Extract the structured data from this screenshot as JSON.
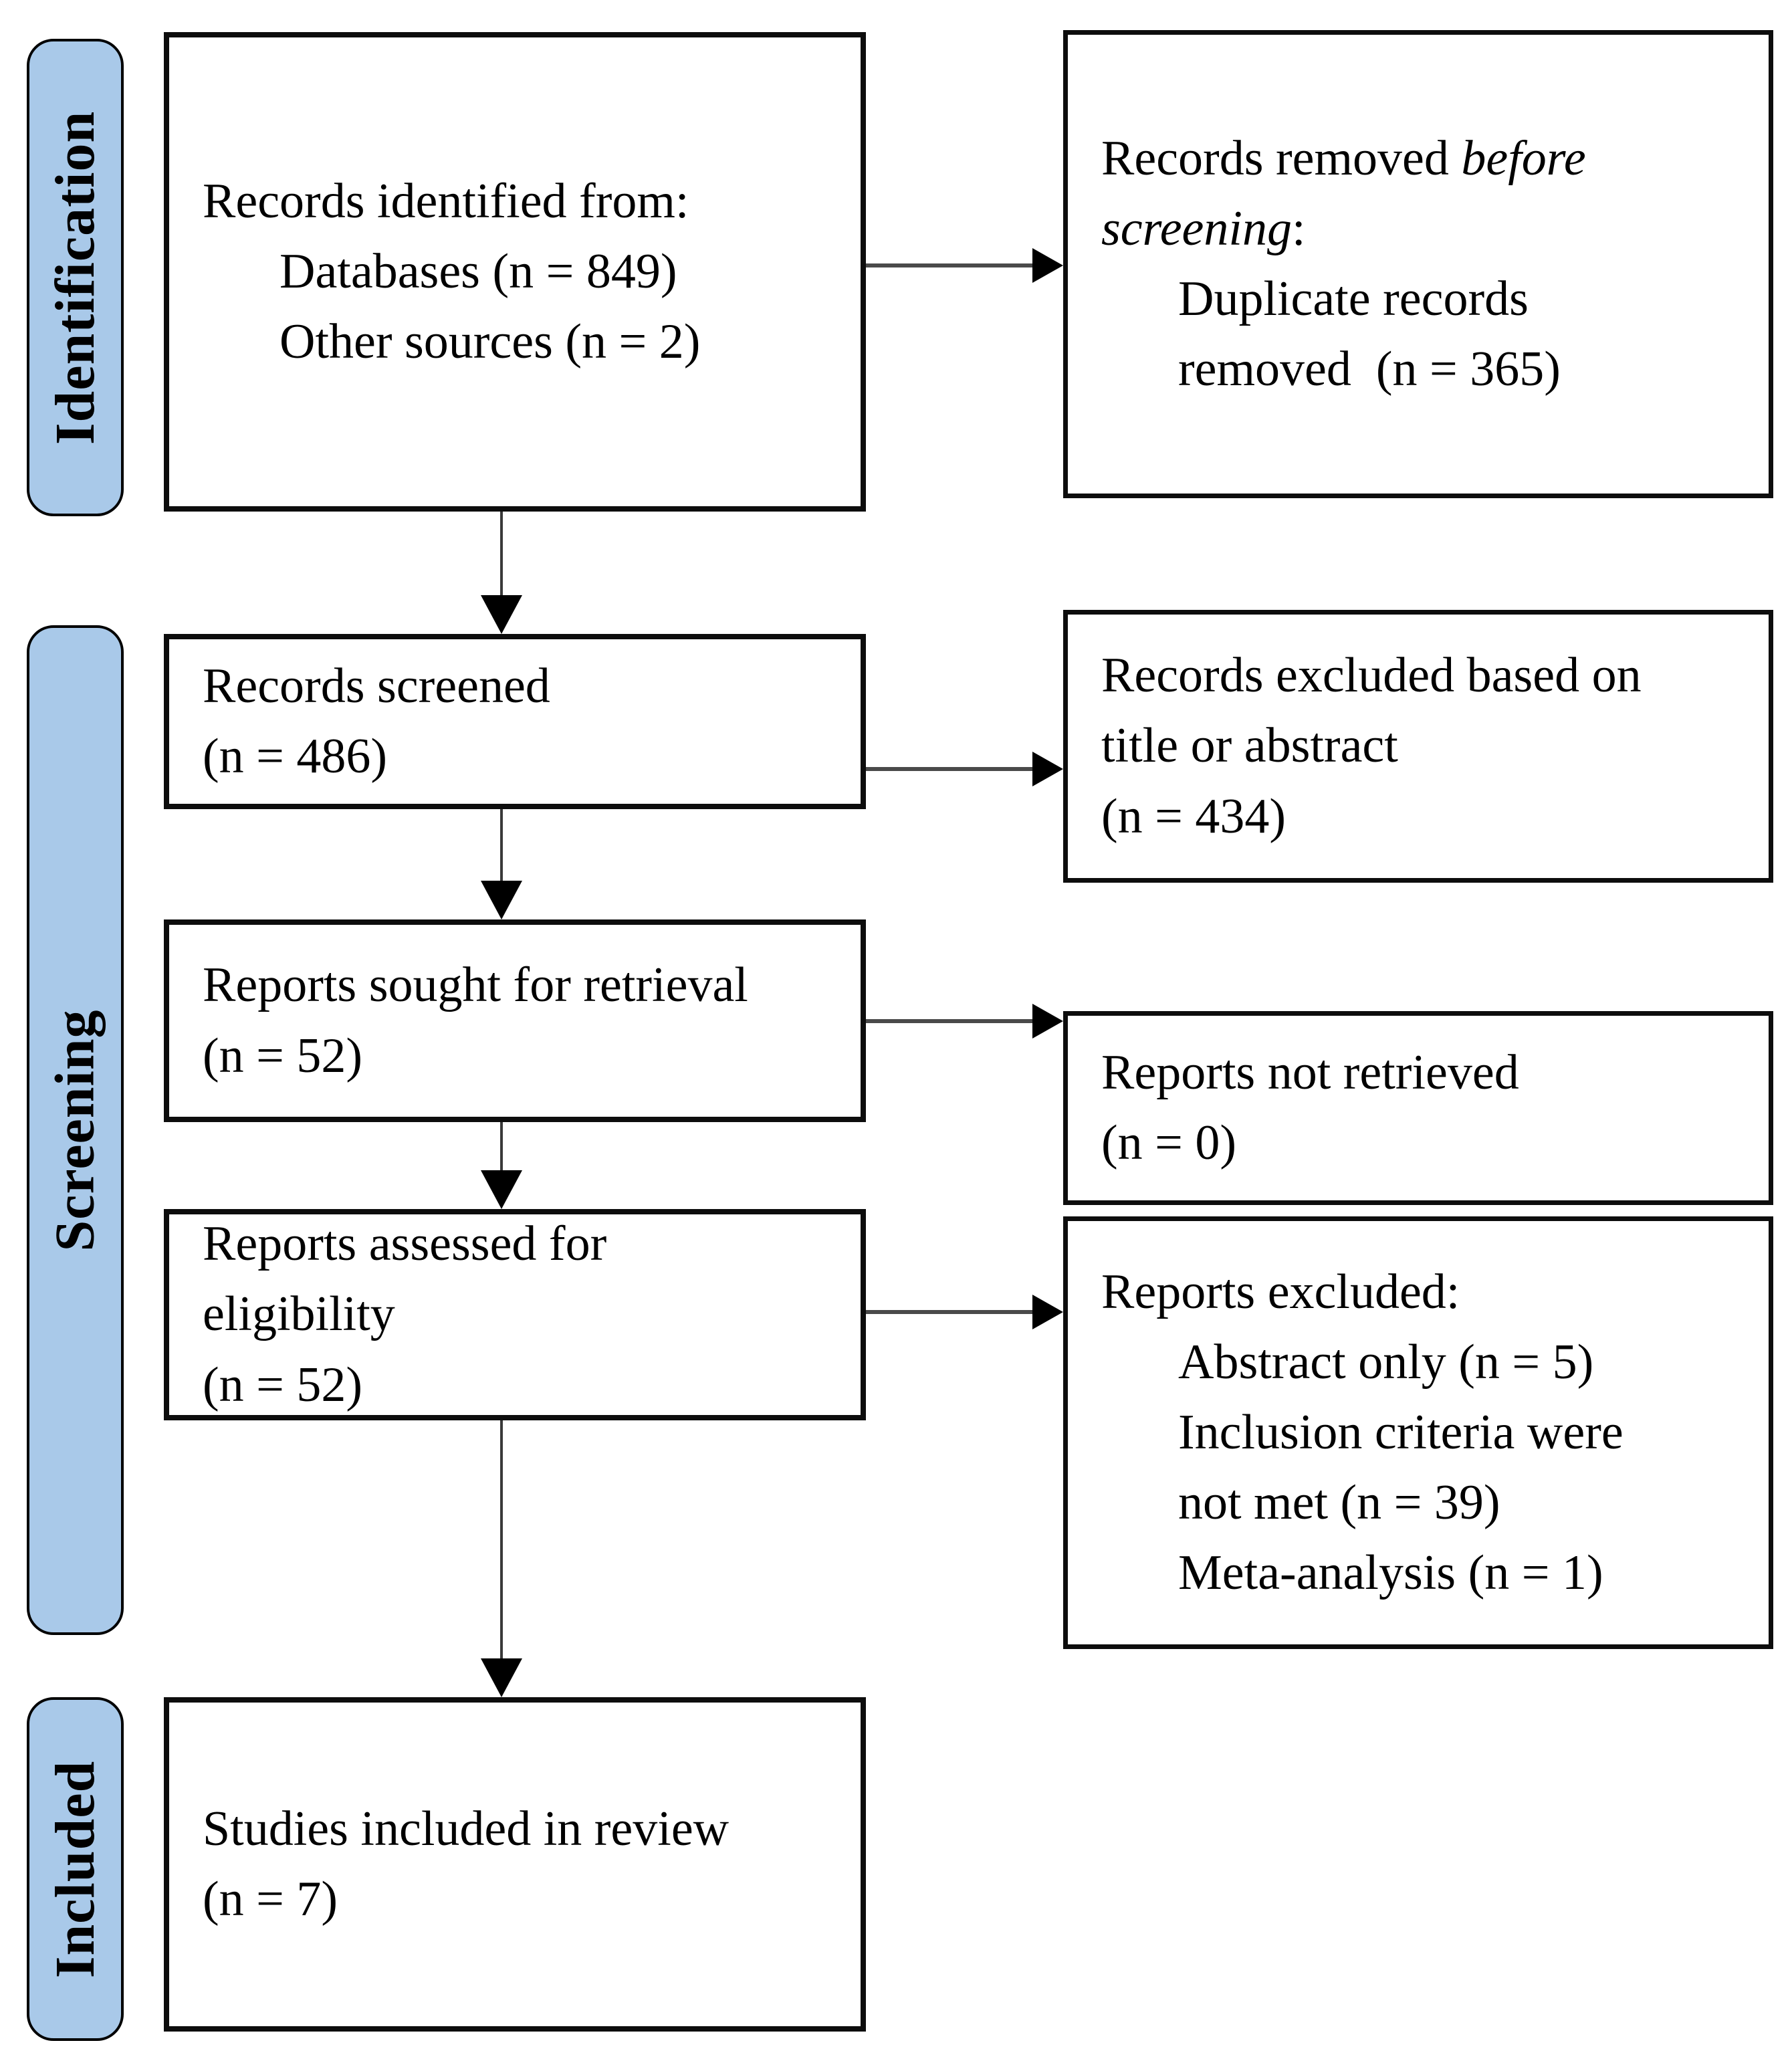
{
  "colors": {
    "stage_fill": "#A9C9E9",
    "stage_border": "#000000",
    "box_border": "#0d0d0d",
    "arrow": "#000000",
    "background": "#ffffff"
  },
  "stages": {
    "identification": "Identification",
    "screening": "Screening",
    "included": "Included"
  },
  "boxes": {
    "identified": {
      "title": "Records identified from:",
      "items": [
        "Databases (n = 849)",
        "Other sources (n = 2)"
      ]
    },
    "removed": {
      "lead_normal": "Records removed ",
      "lead_italic": "before",
      "lead2_italic": "screening",
      "lead2_normal": ":",
      "items": [
        "Duplicate records",
        "removed  (n = 365)"
      ]
    },
    "screened": {
      "lines": [
        "Records screened",
        "(n = 486)"
      ]
    },
    "excluded_title_abstract": {
      "lines": [
        "Records excluded based on",
        "title or abstract",
        "(n = 434)"
      ]
    },
    "sought": {
      "lines": [
        "Reports sought for retrieval",
        "(n = 52)"
      ]
    },
    "not_retrieved": {
      "lines": [
        "Reports not retrieved",
        "(n = 0)"
      ]
    },
    "assessed": {
      "lines": [
        "Reports assessed for",
        "eligibility",
        "(n = 52)"
      ]
    },
    "reports_excluded": {
      "title": "Reports excluded:",
      "items": [
        "Abstract only (n = 5)",
        "Inclusion criteria were",
        "not met (n = 39)",
        "Meta-analysis (n = 1)"
      ]
    },
    "included_review": {
      "lines": [
        "Studies included in review",
        "(n = 7)"
      ]
    }
  }
}
